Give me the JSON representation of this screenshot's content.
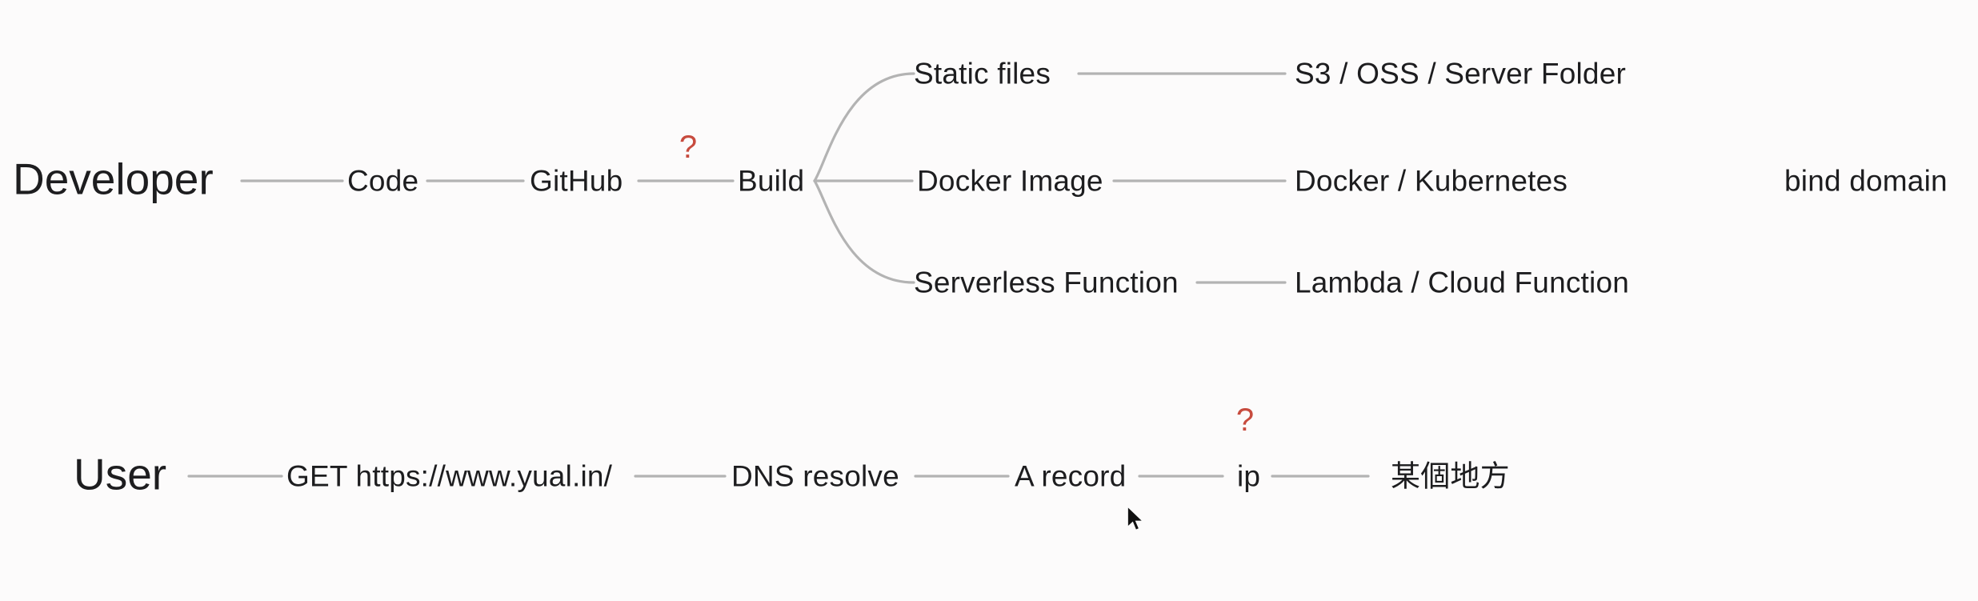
{
  "colors": {
    "background": "#fcfbfb",
    "text": "#1d1d1f",
    "connector_line": "#b3b3b3",
    "question_accent": "#c74b3e",
    "cursor": "#111111"
  },
  "developer_flow": {
    "root_label": "Developer",
    "code_label": "Code",
    "github_label": "GitHub",
    "question_mark": "?",
    "build_label": "Build",
    "branches": [
      {
        "label": "Static files",
        "target": "S3 / OSS / Server Folder"
      },
      {
        "label": "Docker Image",
        "target": "Docker / Kubernetes"
      },
      {
        "label": "Serverless Function",
        "target": "Lambda / Cloud Function"
      }
    ],
    "annotation": "bind domain"
  },
  "user_flow": {
    "root_label": "User",
    "request_label": "GET https://www.yual.in/",
    "dns_label": "DNS resolve",
    "a_record_label": "A record",
    "question_mark": "?",
    "ip_label": "ip",
    "destination_label": "某個地方"
  }
}
